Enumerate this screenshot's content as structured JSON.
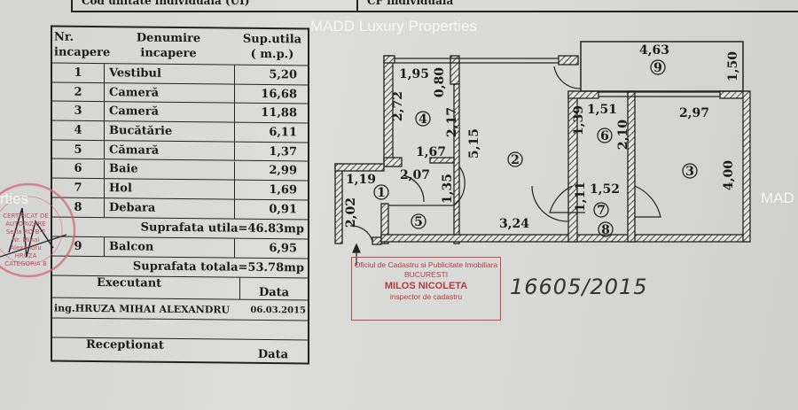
{
  "header_strip": {
    "ui_code": "Cod unitate individuala (UI)",
    "cf": "CF individuala"
  },
  "table": {
    "headers": {
      "nr": "Nr. incapere",
      "name": "Denumire incapere",
      "area": "Sup.utila ( m.p.)"
    },
    "rows": [
      {
        "nr": "1",
        "name": "Vestibul",
        "area": "5,20"
      },
      {
        "nr": "2",
        "name": "Cameră",
        "area": "16,68"
      },
      {
        "nr": "3",
        "name": "Cameră",
        "area": "11,88"
      },
      {
        "nr": "4",
        "name": "Bucătărie",
        "area": "6,11"
      },
      {
        "nr": "5",
        "name": "Cămară",
        "area": "1,37"
      },
      {
        "nr": "6",
        "name": "Baie",
        "area": "2,99"
      },
      {
        "nr": "7",
        "name": "Hol",
        "area": "1,69"
      },
      {
        "nr": "8",
        "name": "Debara",
        "area": "0,91"
      }
    ],
    "useful_total": "Suprafata utila=46.83mp",
    "balcony": {
      "nr": "9",
      "name": "Balcon",
      "area": "6,95"
    },
    "grand_total": "Suprafata totala=53.78mp",
    "executant_label": "Executant",
    "date_label": "Data",
    "executant_name": "ing.HRUZA MIHAI ALEXANDRU",
    "executant_date": "06.03.2015",
    "received_label": "Receptionat",
    "received_date_label": "Data"
  },
  "plan": {
    "rooms": [
      "1",
      "2",
      "3",
      "4",
      "5",
      "6",
      "7",
      "8",
      "9"
    ],
    "dims": {
      "k_w": "1,95",
      "k_w2": "0,80",
      "k_h": "2,72",
      "k_h2": "2,17",
      "k_b": "1,67",
      "r2_h": "5,15",
      "r2_w": "3,24",
      "v_w": "1,19",
      "v_d": "2,07",
      "v_h": "2,02",
      "c_h": "1,35",
      "b_w": "4,63",
      "b_h": "1,50",
      "ba_w": "1,51",
      "ba_h": "1,39",
      "ba_h2": "2,10",
      "r3_w": "2,97",
      "r3_h": "4,00",
      "h_h": "1,11",
      "h_w": "1,52"
    }
  },
  "stamp": {
    "line1": "Oficiul de Cadastru si Publicitate Imobiliara",
    "line2": "BUCURESTI",
    "line3": "MILOS NICOLETA",
    "line4": "inspector de cadastru"
  },
  "handwritten_number": "16605/2015",
  "red_stamp_text": "CERTIFICAT DE AUTORIZARE Seria RO-B-F Nr. Mihai Alexandru HRUZA CATEGORIA B",
  "watermark": {
    "center": "MADD Luxury Properties",
    "left": "rties",
    "right": "MAD"
  }
}
